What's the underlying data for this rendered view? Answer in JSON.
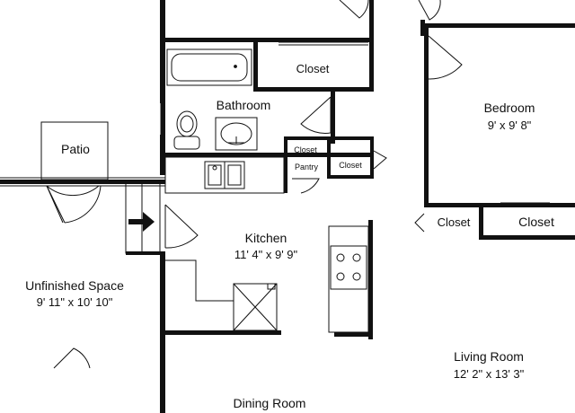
{
  "rooms": {
    "patio": {
      "name": "Patio"
    },
    "unfinished": {
      "name": "Unfinished Space",
      "dims": "9' 11\" x 10' 10\""
    },
    "bathroom": {
      "name": "Bathroom"
    },
    "kitchen": {
      "name": "Kitchen",
      "dims": "11' 4\" x 9' 9\""
    },
    "bedroom": {
      "name": "Bedroom",
      "dims": "9' x 9' 8\""
    },
    "living": {
      "name": "Living Room",
      "dims": "12' 2\" x 13' 3\""
    },
    "dining": {
      "name": "Dining Room"
    }
  },
  "closets": {
    "bath_closet": "Closet",
    "small_closet_1": "Closet",
    "small_closet_2": "Closet",
    "pantry": "Pantry",
    "hall_closet": "Closet",
    "bedroom_closet": "Closet"
  },
  "fixtures": [
    "bathtub-icon",
    "toilet-icon",
    "sink-icon",
    "kitchen-sink-icon",
    "stove-icon",
    "water-heater-icon",
    "entry-arrow-icon"
  ]
}
